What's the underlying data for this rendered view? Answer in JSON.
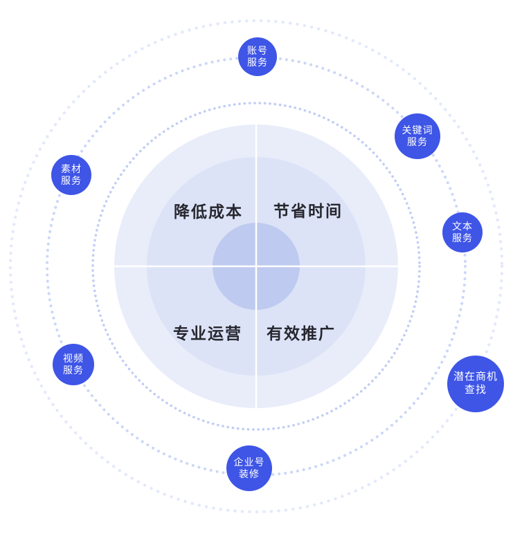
{
  "diagram": {
    "type": "orbit-feature-diagram",
    "core": {
      "quadrant_labels": [
        {
          "label": "降低成本",
          "position": "top-left"
        },
        {
          "label": "节省时间",
          "position": "top-right"
        },
        {
          "label": "专业运营",
          "position": "bottom-left"
        },
        {
          "label": "有效推广",
          "position": "bottom-right"
        }
      ]
    },
    "badges": [
      {
        "label": "账号\n服务",
        "orbit": "middle"
      },
      {
        "label": "关键词\n服务",
        "orbit": "middle"
      },
      {
        "label": "文本\n服务",
        "orbit": "middle"
      },
      {
        "label": "潜在商机\n查找",
        "orbit": "outer"
      },
      {
        "label": "企业号\n装修",
        "orbit": "middle"
      },
      {
        "label": "视频\n服务",
        "orbit": "middle"
      },
      {
        "label": "素材\n服务",
        "orbit": "middle"
      }
    ],
    "colors": {
      "badge_fill": "#3E55E6",
      "badge_text": "#FFFFFF",
      "circle_outer": "#E9EDFA",
      "circle_middle": "#DCE3F7",
      "circle_inner": "#BECAEF",
      "ring_inner_dots": "#C0CDF4",
      "ring_middle_dots": "#CBD7F7",
      "ring_outer_dots": "#E3E9FB",
      "divider_line": "#FFFFFF",
      "quadrant_label_text": "#26262E"
    }
  }
}
